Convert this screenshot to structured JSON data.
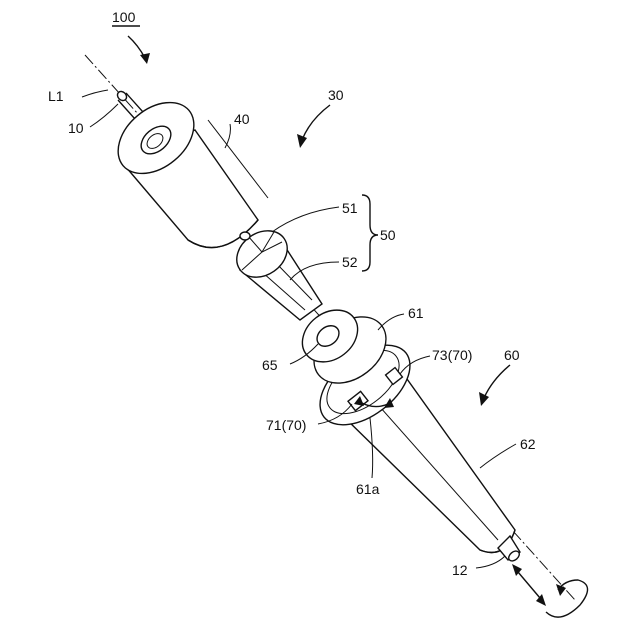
{
  "labels": {
    "assembly": "100",
    "axis": "L1",
    "shaft": "10",
    "body_40": "40",
    "group_30": "30",
    "part_51": "51",
    "part_52": "52",
    "group_50": "50",
    "part_61": "61",
    "part_65": "65",
    "part_73": "73(70)",
    "group_60": "60",
    "part_71": "71(70)",
    "part_62": "62",
    "part_61a": "61a",
    "part_12": "12"
  }
}
